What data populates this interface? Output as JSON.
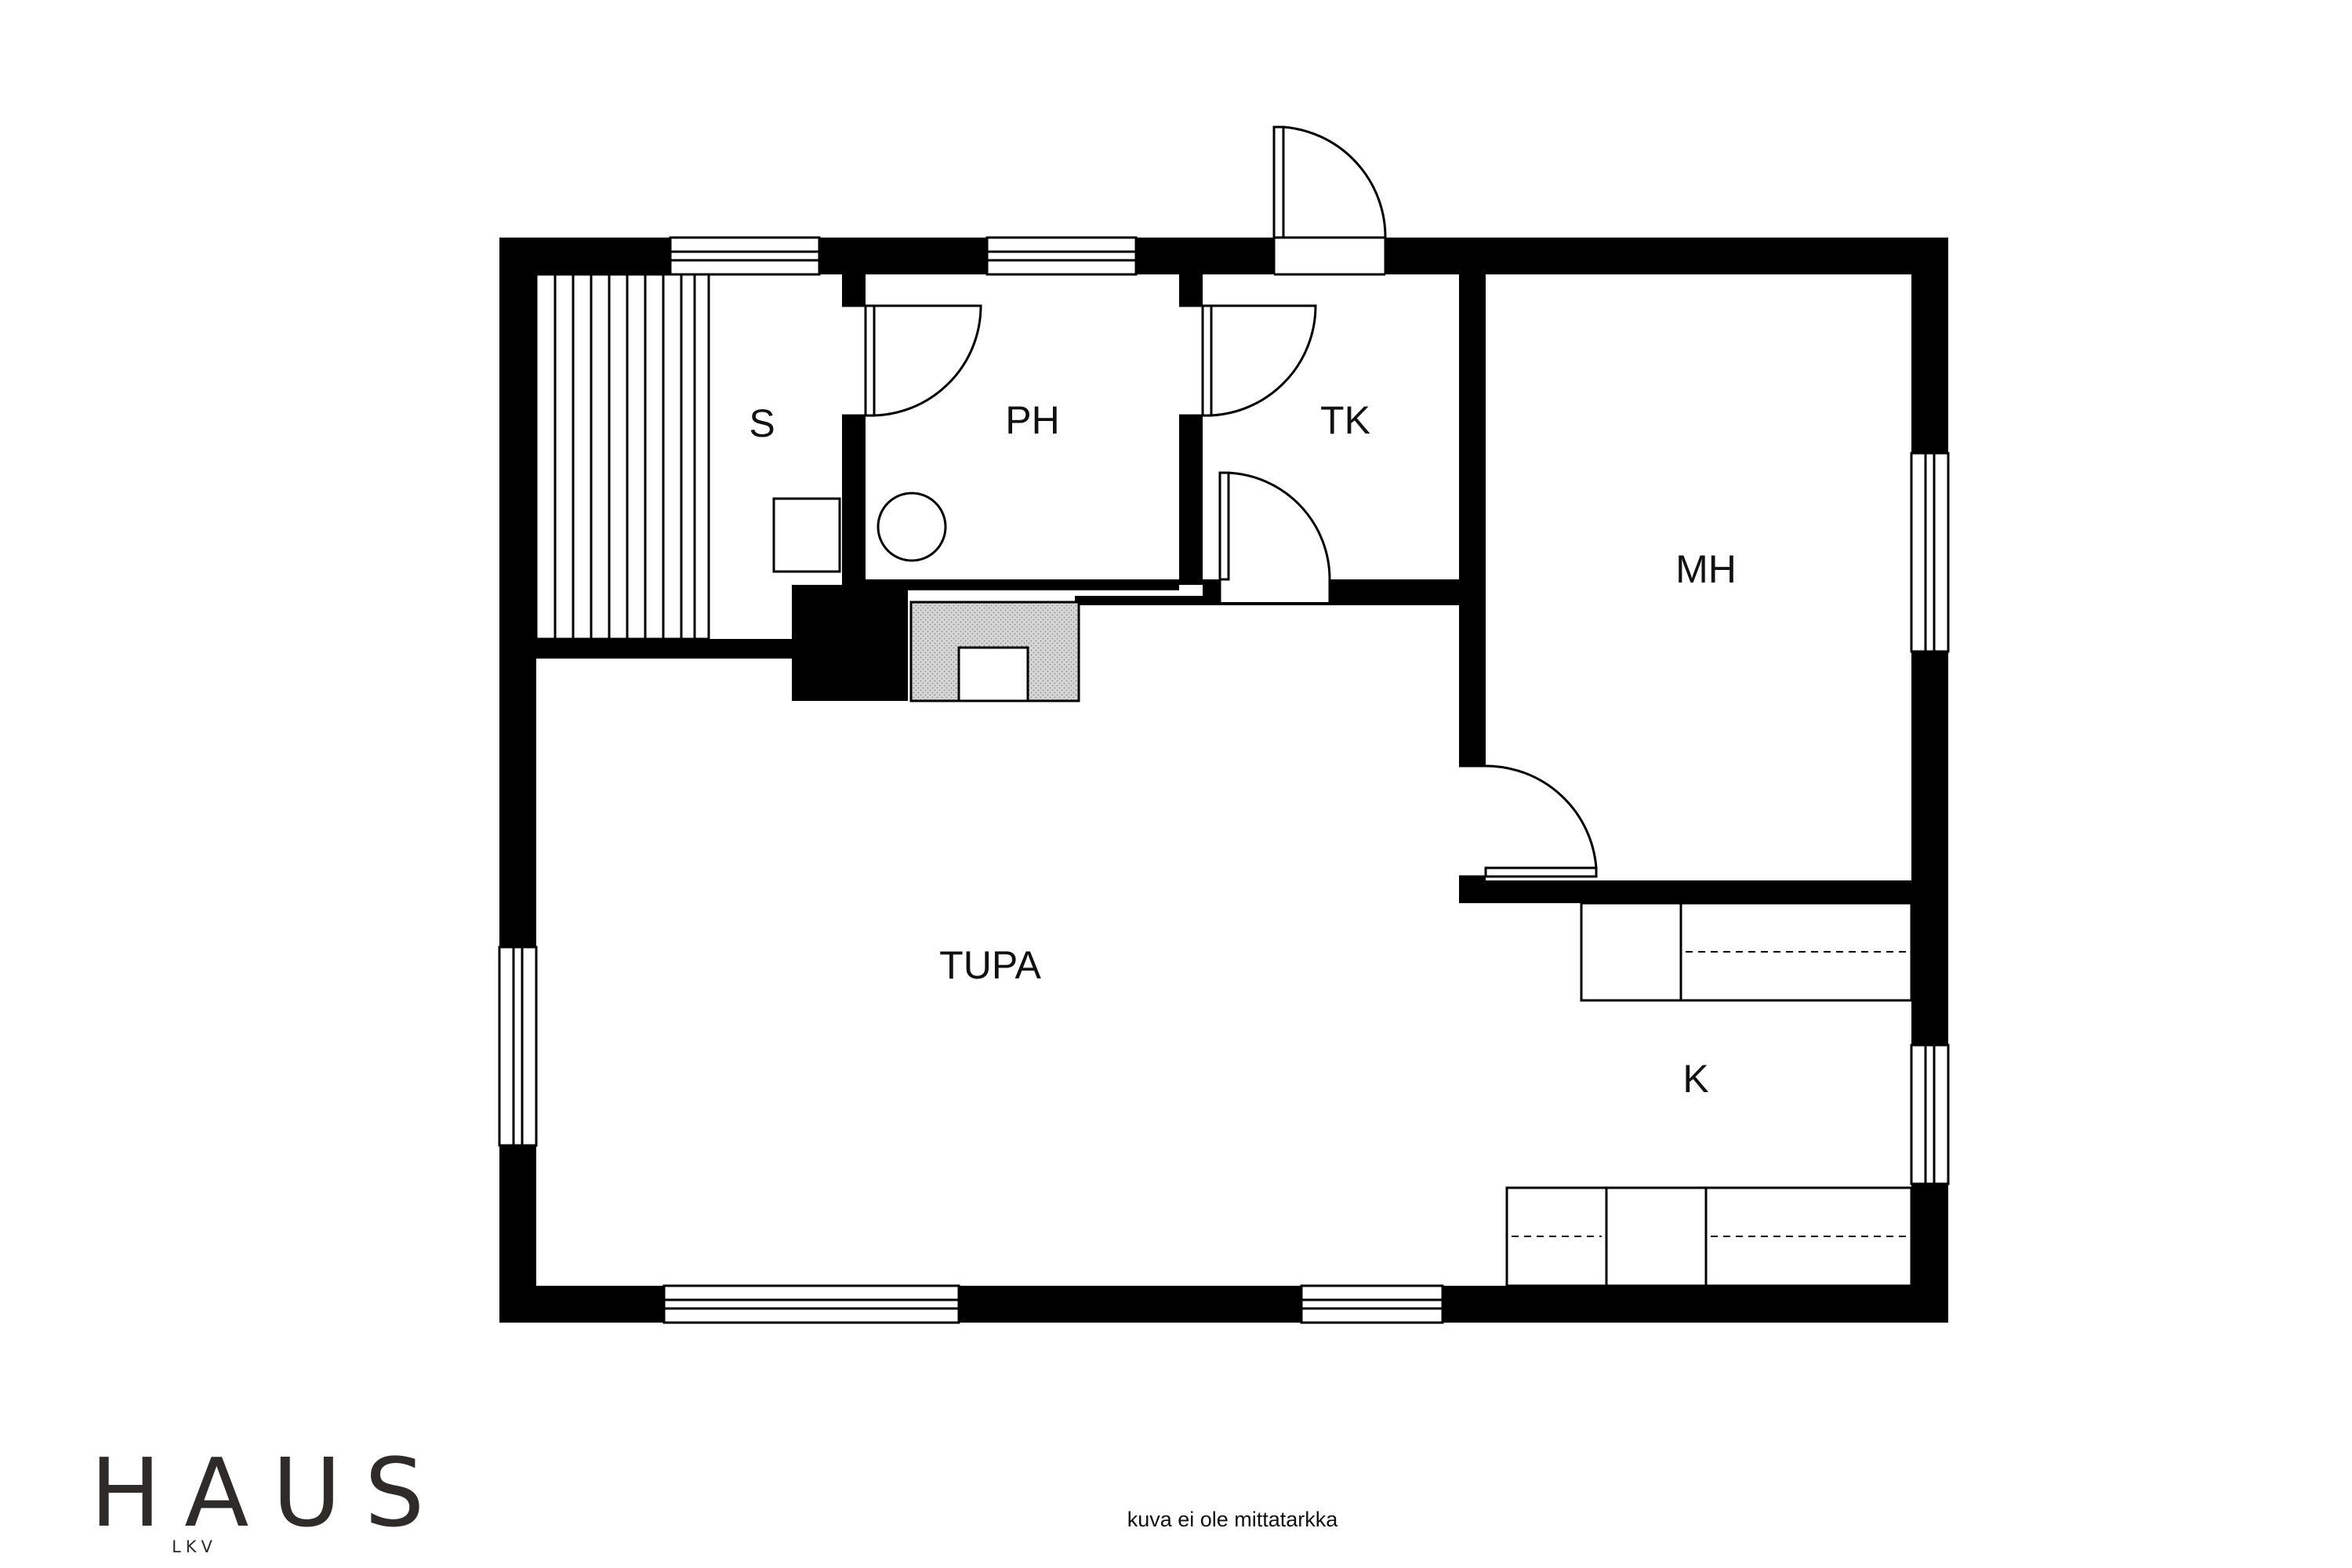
{
  "rooms": {
    "sauna": "S",
    "washroom": "PH",
    "utility": "TK",
    "bedroom": "MH",
    "living": "TUPA",
    "kitchen": "K"
  },
  "disclaimer": "kuva ei ole mittatarkka",
  "logo": {
    "main": "HAUS",
    "sub": "LKV"
  },
  "colors": {
    "wall": "#000000",
    "fireplace": "#cfcfcf",
    "logo": "#2e2b29",
    "background": "#ffffff"
  }
}
